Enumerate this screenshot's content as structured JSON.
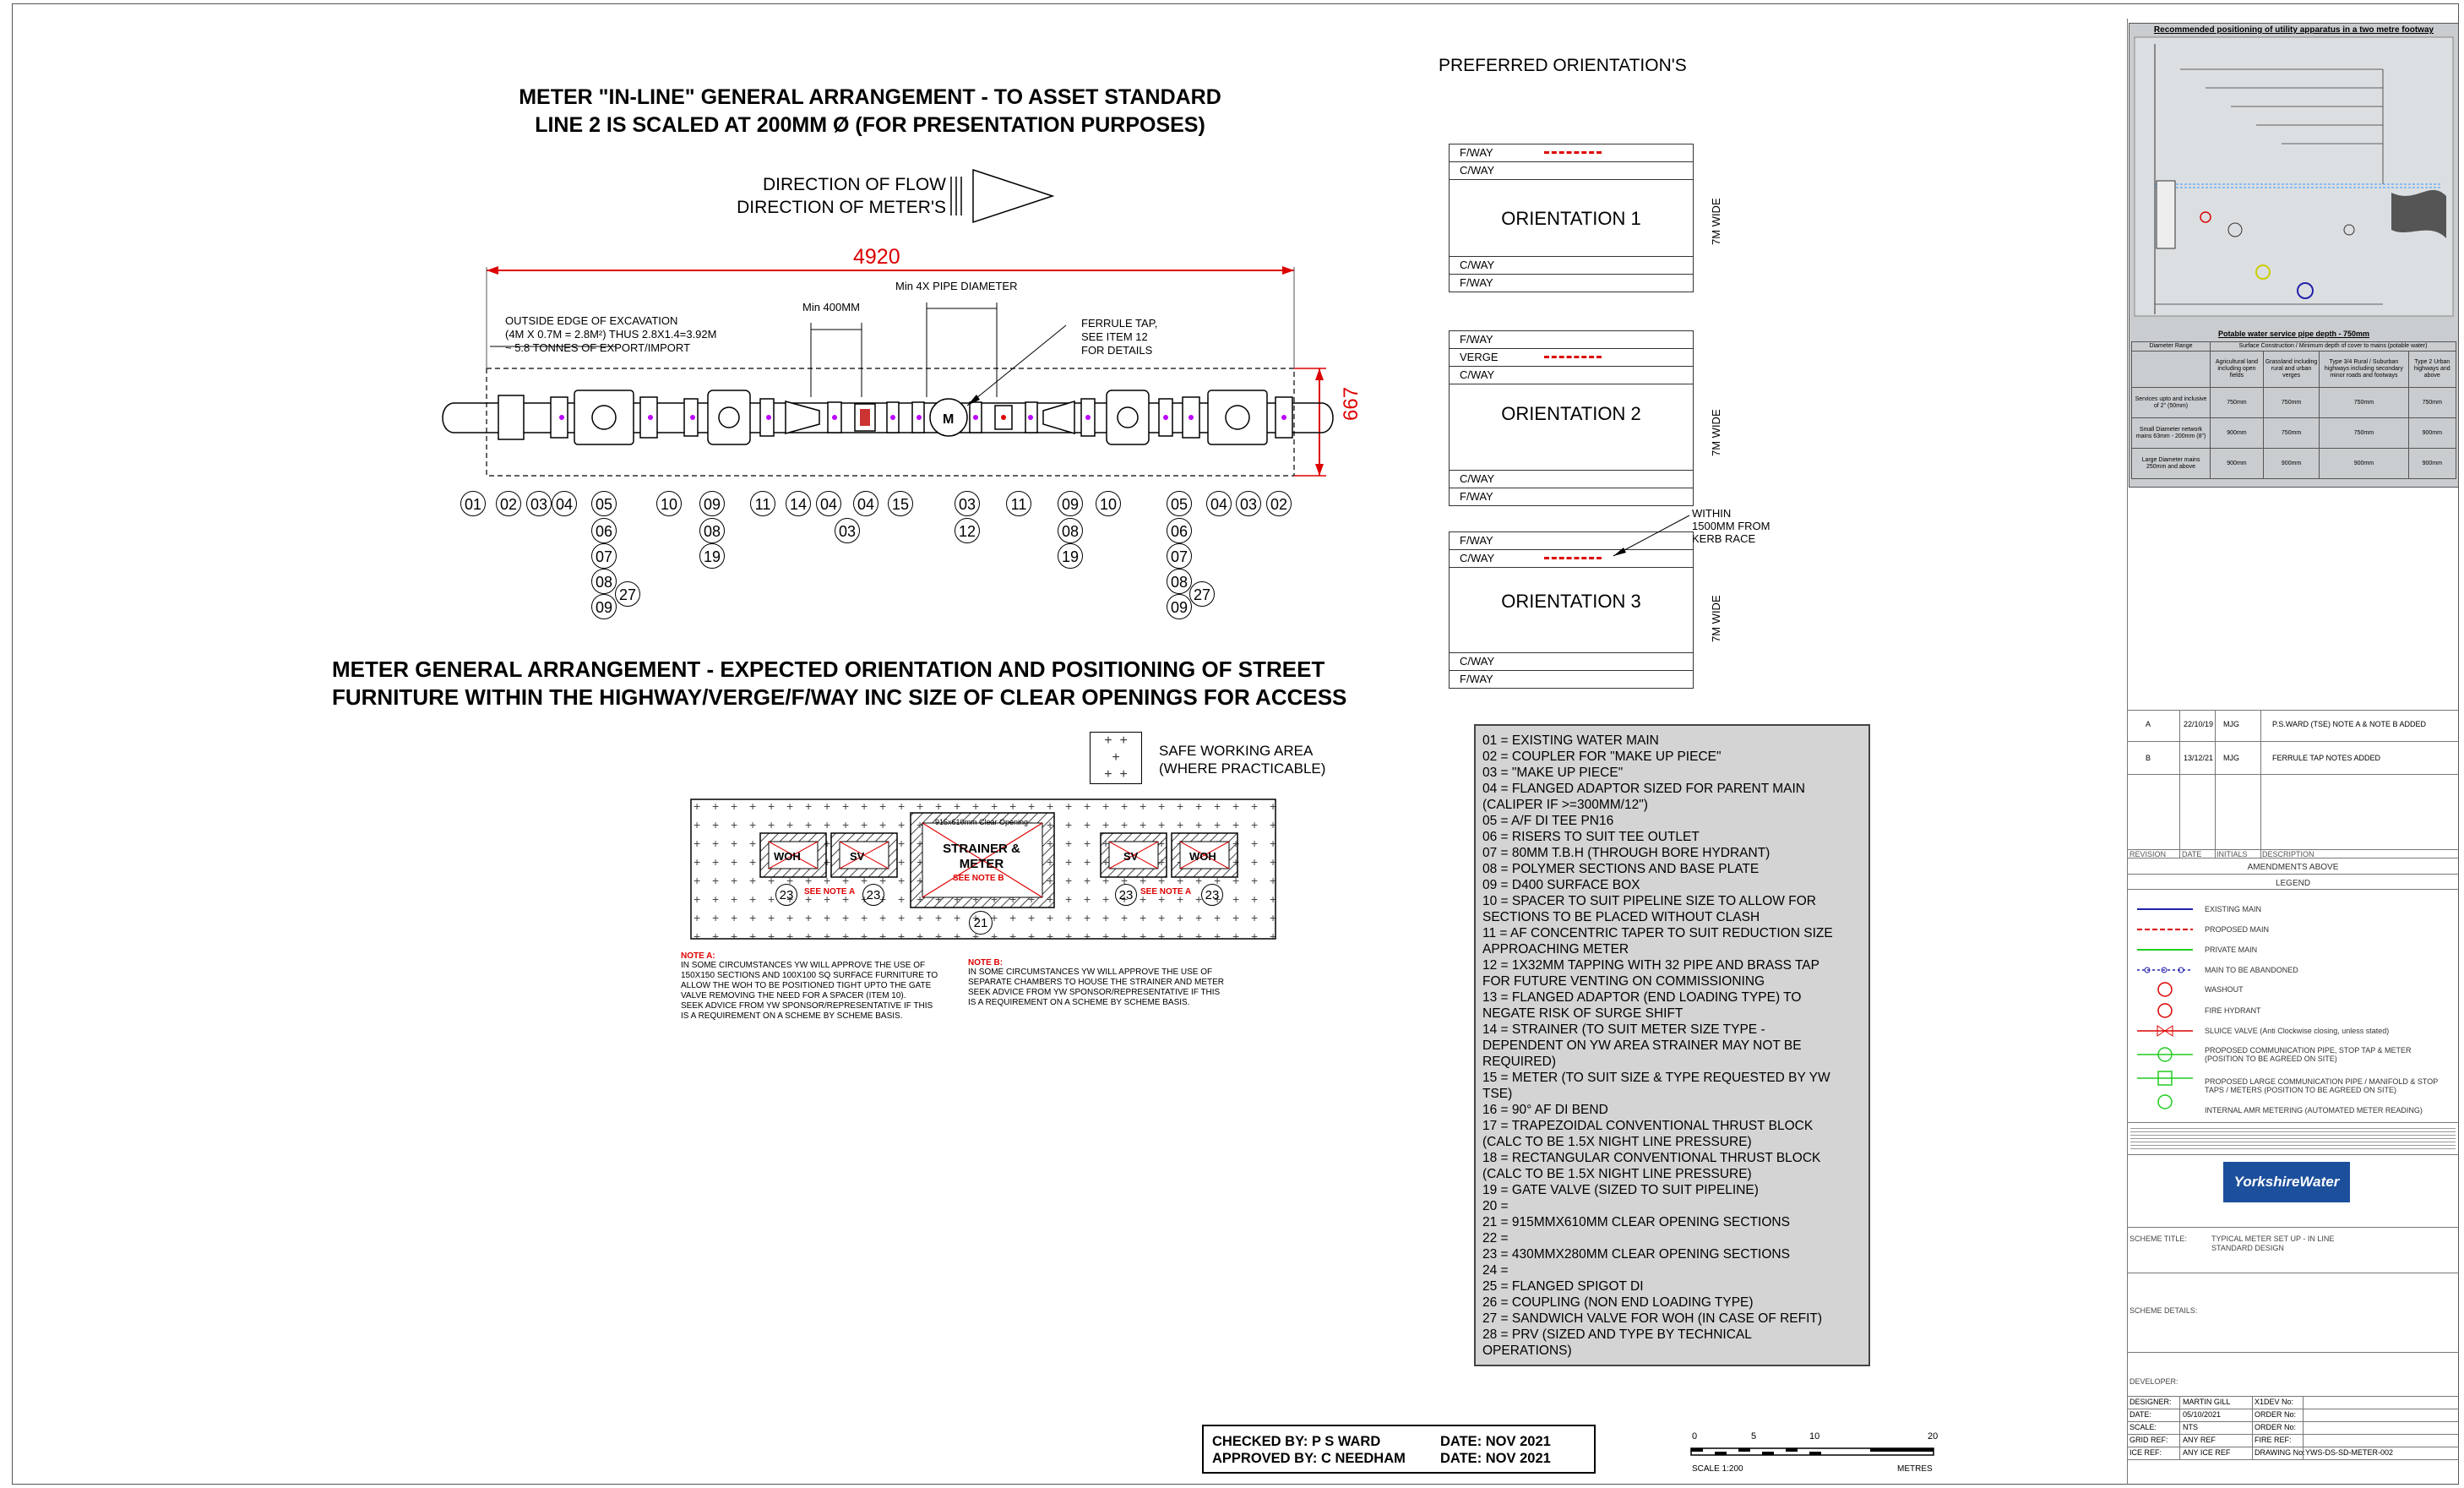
{
  "header": {
    "title_line1": "METER \"IN-LINE\" GENERAL ARRANGEMENT - TO ASSET STANDARD",
    "title_line2": "LINE 2 IS SCALED AT 200MM Ø (FOR PRESENTATION PURPOSES)",
    "flow_line1": "DIRECTION OF FLOW",
    "flow_line2": "DIRECTION OF METER'S"
  },
  "arrangement": {
    "overall_length": "4920",
    "height": "667",
    "min_400": "Min  400MM",
    "min_4x": "Min  4X PIPE DIAMETER",
    "excavation_line1": "OUTSIDE EDGE OF EXCAVATION",
    "excavation_line2": "(4M X 0.7M = 2.8M²) THUS 2.8X1.4=3.92M",
    "excavation_line3": "~     5.8 TONNES OF EXPORT/IMPORT",
    "ferrule_line1": "FERRULE TAP,",
    "ferrule_line2": "SEE ITEM 12",
    "ferrule_line3": "FOR DETAILS"
  },
  "item_numbers": {
    "row1": [
      "01",
      "02",
      "03",
      "04",
      "05",
      "10",
      "09",
      "11",
      "14",
      "04",
      "04",
      "15",
      "03",
      "11",
      "09",
      "10",
      "05",
      "04",
      "03",
      "02"
    ],
    "col05_left": [
      "06",
      "07",
      "08",
      "09"
    ],
    "col09_left": [
      "08",
      "19"
    ],
    "col04_mid": [
      "03"
    ],
    "col03_mid": [
      "12"
    ],
    "col09_right": [
      "08",
      "19"
    ],
    "col05_right": [
      "06",
      "07",
      "08",
      "09"
    ],
    "extra_27": "27"
  },
  "heading2": {
    "line1": "METER GENERAL ARRANGEMENT - EXPECTED ORIENTATION AND POSITIONING OF STREET",
    "line2": "FURNITURE WITHIN THE HIGHWAY/VERGE/F/WAY INC SIZE OF CLEAR OPENINGS FOR ACCESS"
  },
  "safe_area": {
    "line1": "SAFE WORKING AREA",
    "line2": "(WHERE PRACTICABLE)"
  },
  "chamber": {
    "woh": "WOH",
    "sv": "SV",
    "strainer_line1": "STRAINER &",
    "strainer_line2": "METER",
    "clear_opening": "915x610mm Clear Opening",
    "see_note_a": "SEE NOTE A",
    "see_note_b": "SEE NOTE B",
    "n23": "23",
    "n21": "21"
  },
  "notes": {
    "a_head": "NOTE A:",
    "a_text": [
      "IN SOME CIRCUMSTANCES YW WILL APPROVE THE USE OF",
      "150X150 SECTIONS AND 100X100 SQ SURFACE FURNITURE TO",
      "ALLOW THE WOH TO BE POSITIONED TIGHT UPTO THE GATE",
      "VALVE REMOVING THE NEED FOR A SPACER (ITEM 10).",
      "SEEK ADVICE FROM YW SPONSOR/REPRESENTATIVE IF THIS",
      "IS A REQUIREMENT ON A SCHEME BY SCHEME BASIS."
    ],
    "b_head": "NOTE B:",
    "b_text": [
      "IN SOME CIRCUMSTANCES YW WILL APPROVE THE USE OF",
      "SEPARATE CHAMBERS TO HOUSE THE STRAINER AND METER",
      "SEEK ADVICE FROM YW SPONSOR/REPRESENTATIVE IF THIS",
      "IS A REQUIREMENT ON A SCHEME BY SCHEME BASIS."
    ]
  },
  "orientations": {
    "title": "PREFERRED ORIENTATION'S",
    "o1": {
      "rows_top": [
        "F/WAY",
        "C/WAY"
      ],
      "label": "ORIENTATION 1",
      "rows_bottom": [
        "C/WAY",
        "F/WAY"
      ],
      "wide": "7M WIDE"
    },
    "o2": {
      "rows_top": [
        "F/WAY",
        "VERGE",
        "C/WAY"
      ],
      "label": "ORIENTATION 2",
      "rows_bottom": [
        "C/WAY",
        "F/WAY"
      ],
      "wide": "7M WIDE"
    },
    "o3": {
      "rows_top": [
        "F/WAY",
        "C/WAY"
      ],
      "label": "ORIENTATION 3",
      "rows_bottom": [
        "C/WAY",
        "F/WAY"
      ],
      "wide": "7M WIDE"
    },
    "within_line1": "WITHIN",
    "within_line2": "1500MM FROM",
    "within_line3": "KERB RACE"
  },
  "legend_items": [
    "01 = EXISTING WATER MAIN",
    "02 = COUPLER FOR \"MAKE UP PIECE\"",
    "03 = \"MAKE UP PIECE\"",
    "04 = FLANGED ADAPTOR SIZED FOR PARENT MAIN",
    "(CALIPER IF >=300MM/12\")",
    "05 =  A/F DI TEE PN16",
    "06 = RISERS TO SUIT TEE OUTLET",
    "07 = 80MM T.B.H (THROUGH BORE HYDRANT)",
    "08 = POLYMER SECTIONS AND BASE PLATE",
    "09 = D400 SURFACE BOX",
    "10 = SPACER TO SUIT PIPELINE SIZE TO ALLOW FOR",
    "SECTIONS TO BE PLACED WITHOUT CLASH",
    "11 = AF CONCENTRIC TAPER TO SUIT REDUCTION SIZE",
    "APPROACHING METER",
    "12 = 1X32MM TAPPING WITH 32 PIPE AND BRASS TAP",
    "FOR FUTURE VENTING ON COMMISSIONING",
    "13 = FLANGED ADAPTOR (END LOADING TYPE) TO",
    "NEGATE RISK OF SURGE SHIFT",
    "14 = STRAINER (TO SUIT METER SIZE TYPE -",
    "DEPENDENT ON YW AREA STRAINER MAY NOT BE",
    "REQUIRED)",
    "15 = METER (TO SUIT SIZE & TYPE REQUESTED BY YW",
    "TSE)",
    "16 = 90° AF DI BEND",
    "17 = TRAPEZOIDAL CONVENTIONAL THRUST BLOCK",
    "(CALC TO BE 1.5X NIGHT LINE PRESSURE)",
    "18 = RECTANGULAR CONVENTIONAL THRUST BLOCK",
    "(CALC TO BE 1.5X NIGHT LINE PRESSURE)",
    "19 = GATE VALVE (SIZED TO SUIT PIPELINE)",
    "20 =",
    "21 = 915MMX610MM CLEAR OPENING SECTIONS",
    "22 =",
    "23 = 430MMX280MM CLEAR OPENING SECTIONS",
    "24 =",
    "25 = FLANGED SPIGOT DI",
    "26 = COUPLING (NON END LOADING TYPE)",
    "27 = SANDWICH VALVE FOR WOH (IN CASE OF REFIT)",
    "28 = PRV (SIZED AND TYPE BY TECHNICAL",
    "OPERATIONS)"
  ],
  "signoff": {
    "checked": "CHECKED BY: P S WARD",
    "checked_date": "DATE: NOV 2021",
    "approved": "APPROVED BY: C NEEDHAM",
    "approved_date": "DATE: NOV 2021"
  },
  "scale_bar": {
    "ticks": [
      "0",
      "5",
      "10",
      "20"
    ],
    "scale": "SCALE  1:200",
    "units": "METRES"
  },
  "titleblock": {
    "footway_title": "Recommended positioning of utility apparatus in a two metre footway",
    "footway_sub": "Potable water service pipe depth - 750mm",
    "depth_table": {
      "header_left": "Diameter Range",
      "header_right": "Surface Construction / Minimum depth of cover to mains (potable water)",
      "cols": [
        "Agricultural land including open fields",
        "Grassland including rural and urban verges",
        "Type 3/4 Rural / Suburban highways including secondary minor roads and footways",
        "Type 2 Urban highways and above"
      ],
      "rows": [
        {
          "label": "Services upto and inclusive of 2\" (50mm)",
          "vals": [
            "750mm",
            "750mm",
            "750mm",
            "750mm"
          ]
        },
        {
          "label": "Small Diameter network mains 63mm - 200mm (8\")",
          "vals": [
            "900mm",
            "750mm",
            "750mm",
            "900mm"
          ]
        },
        {
          "label": "Large Diameter mains 250mm and above",
          "vals": [
            "900mm",
            "900mm",
            "900mm",
            "900mm"
          ]
        }
      ]
    },
    "revisions": [
      {
        "rev": "A",
        "date": "22/10/19",
        "init": "MJG",
        "desc": "P.S.WARD (TSE) NOTE A & NOTE B ADDED"
      },
      {
        "rev": "B",
        "date": "13/12/21",
        "init": "MJG",
        "desc": "FERRULE TAP NOTES ADDED"
      }
    ],
    "rev_headers": [
      "REVISION",
      "DATE",
      "INITIALS",
      "DESCRIPTION"
    ],
    "amendments": "AMENDMENTS ABOVE",
    "legend_title": "LEGEND",
    "legend": [
      "EXISTING MAIN",
      "PROPOSED MAIN",
      "PRIVATE MAIN",
      "MAIN TO BE ABANDONED",
      "WASHOUT",
      "FIRE HYDRANT",
      "SLUICE VALVE (Anti Clockwise closing, unless stated)",
      "PROPOSED COMMUNICATION PIPE, STOP TAP & METER (POSITION TO BE AGREED ON SITE)",
      "PROPOSED LARGE COMMUNICATION PIPE / MANIFOLD & STOP TAPS / METERS (POSITION TO BE AGREED ON SITE)",
      "INTERNAL AMR METERING (AUTOMATED METER READING)"
    ],
    "logo": "YorkshireWater",
    "scheme_title_label": "SCHEME TITLE:",
    "scheme_title_1": "TYPICAL METER SET UP - IN LINE",
    "scheme_title_2": "STANDARD DESIGN",
    "scheme_details_label": "SCHEME DETAILS:",
    "developer_label": "DEVELOPER:",
    "fields": [
      {
        "k": "DESIGNER:",
        "v": "MARTIN GILL",
        "k2": "X1DEV No:",
        "v2": ""
      },
      {
        "k": "DATE:",
        "v": "05/10/2021",
        "k2": "ORDER No:",
        "v2": ""
      },
      {
        "k": "SCALE:",
        "v": "NTS",
        "k2": "ORDER No:",
        "v2": ""
      },
      {
        "k": "GRID REF:",
        "v": "ANY REF",
        "k2": "FIRE REF:",
        "v2": ""
      },
      {
        "k": "ICE REF:",
        "v": "ANY ICE REF",
        "k2": "DRAWING No:",
        "v2": "YWS-DS-SD-METER-002"
      }
    ]
  }
}
